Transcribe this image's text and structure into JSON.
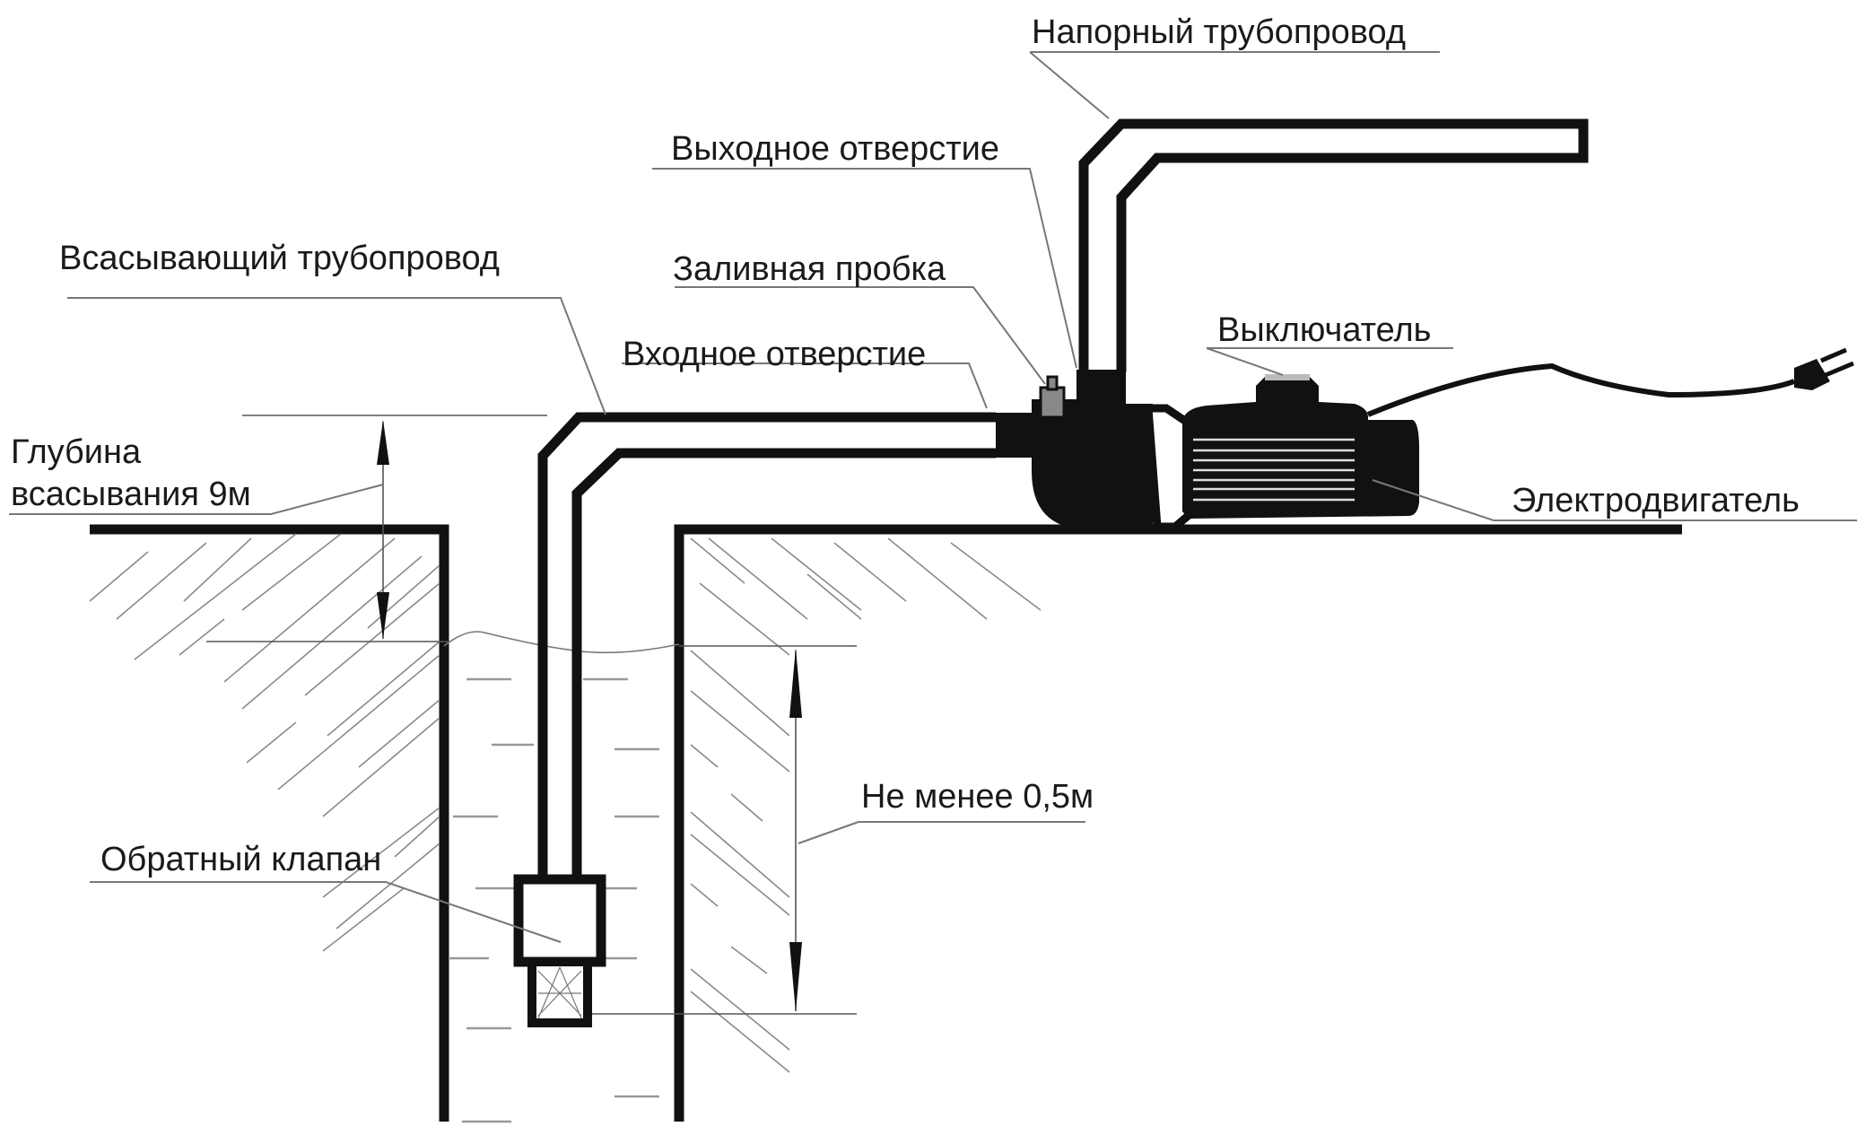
{
  "diagram": {
    "title": "Схема установки поверхностного насоса",
    "labels": {
      "pressure_pipe": "Напорный трубопровод",
      "outlet": "Выходное отверстие",
      "suction_pipe": "Всасывающий трубопровод",
      "priming_plug": "Заливная пробка",
      "inlet": "Входное отверстие",
      "switch": "Выключатель",
      "suction_depth_line1": "Глубина",
      "suction_depth_line2": "всасывания 9м",
      "motor": "Электродвигатель",
      "min_depth": "Не менее 0,5м",
      "check_valve": "Обратный клапан"
    },
    "components": [
      "pressure-pipe",
      "pump-housing",
      "electric-motor",
      "power-cord",
      "plug",
      "suction-pipe",
      "check-valve",
      "well",
      "ground",
      "water"
    ],
    "colors": {
      "line": "#111111",
      "leader": "#777777",
      "hatch": "#8a8a8a",
      "background": "#ffffff"
    }
  }
}
